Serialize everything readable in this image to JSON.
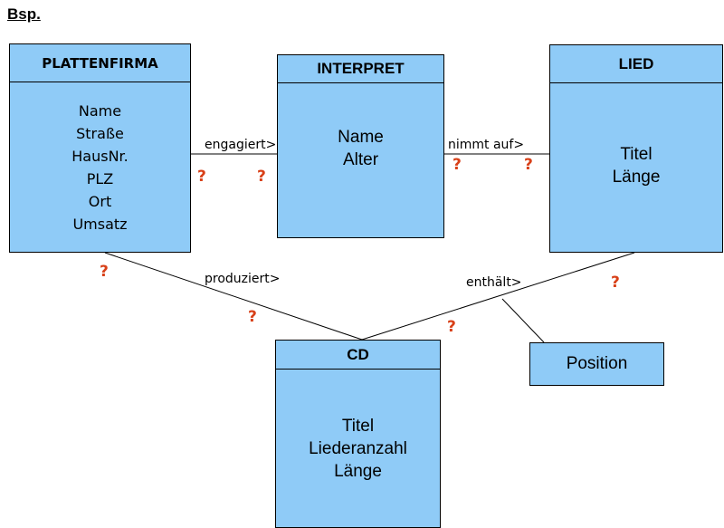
{
  "heading": "Bsp.",
  "entities": {
    "plattenfirma": {
      "title": "PLATTENFIRMA",
      "attributes": [
        "Name",
        "Straße",
        "HausNr.",
        "PLZ",
        "Ort",
        "Umsatz"
      ]
    },
    "interpret": {
      "title": "INTERPRET",
      "attributes": [
        "Name",
        "Alter"
      ]
    },
    "lied": {
      "title": "LIED",
      "attributes": [
        "Titel",
        "Länge"
      ]
    },
    "cd": {
      "title": "CD",
      "attributes": [
        "Titel",
        "Liederanzahl",
        "Länge"
      ]
    }
  },
  "relationships": {
    "engagiert": "engagiert>",
    "nimmt_auf": "nimmt auf>",
    "produziert": "produziert>",
    "enthaelt": "enthält>"
  },
  "relationship_attribute": "Position",
  "cardinality_marker": "?",
  "colors": {
    "entity_fill": "#8fcbf7",
    "marker": "#d84018"
  }
}
